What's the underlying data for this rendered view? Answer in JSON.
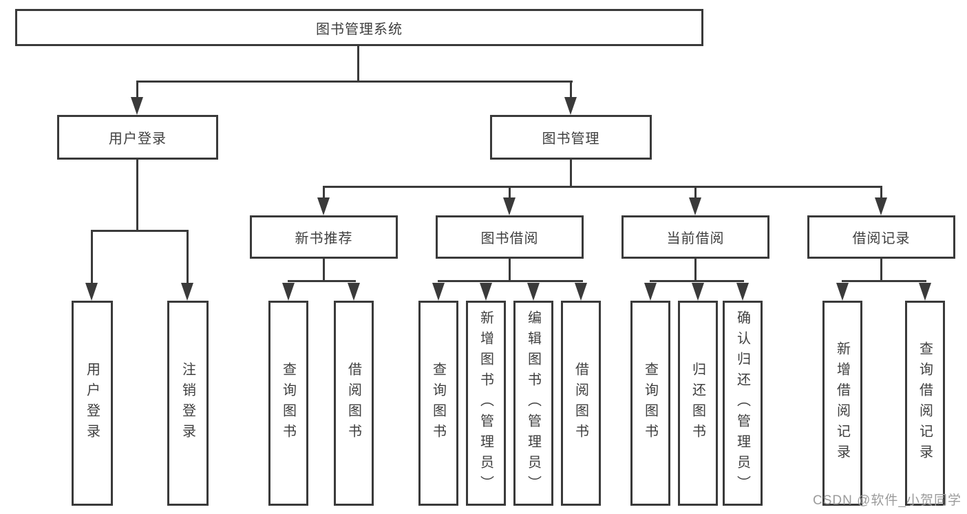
{
  "diagram": {
    "title": "图书管理系统",
    "level2": [
      {
        "label": "用户登录"
      },
      {
        "label": "图书管理"
      }
    ],
    "level3": [
      {
        "label": "新书推荐"
      },
      {
        "label": "图书借阅"
      },
      {
        "label": "当前借阅"
      },
      {
        "label": "借阅记录"
      }
    ],
    "leaves": {
      "user_login": [
        "用户登录",
        "注销登录"
      ],
      "new_book": [
        "查询图书",
        "借阅图书"
      ],
      "book_borrow": [
        "查询图书",
        "新增图书（管理员）",
        "编辑图书（管理员）",
        "借阅图书"
      ],
      "current_borrow": [
        "查询图书",
        "归还图书",
        "确认归还（管理员）"
      ],
      "borrow_record": [
        "新增借阅记录",
        "查询借阅记录"
      ]
    }
  },
  "watermark": {
    "text": "CSDN @软件_小贺同学",
    "color": "#9b9b9b"
  },
  "colors": {
    "line": "#3a3a3a",
    "text": "#3f3f3f",
    "background": "#ffffff"
  }
}
